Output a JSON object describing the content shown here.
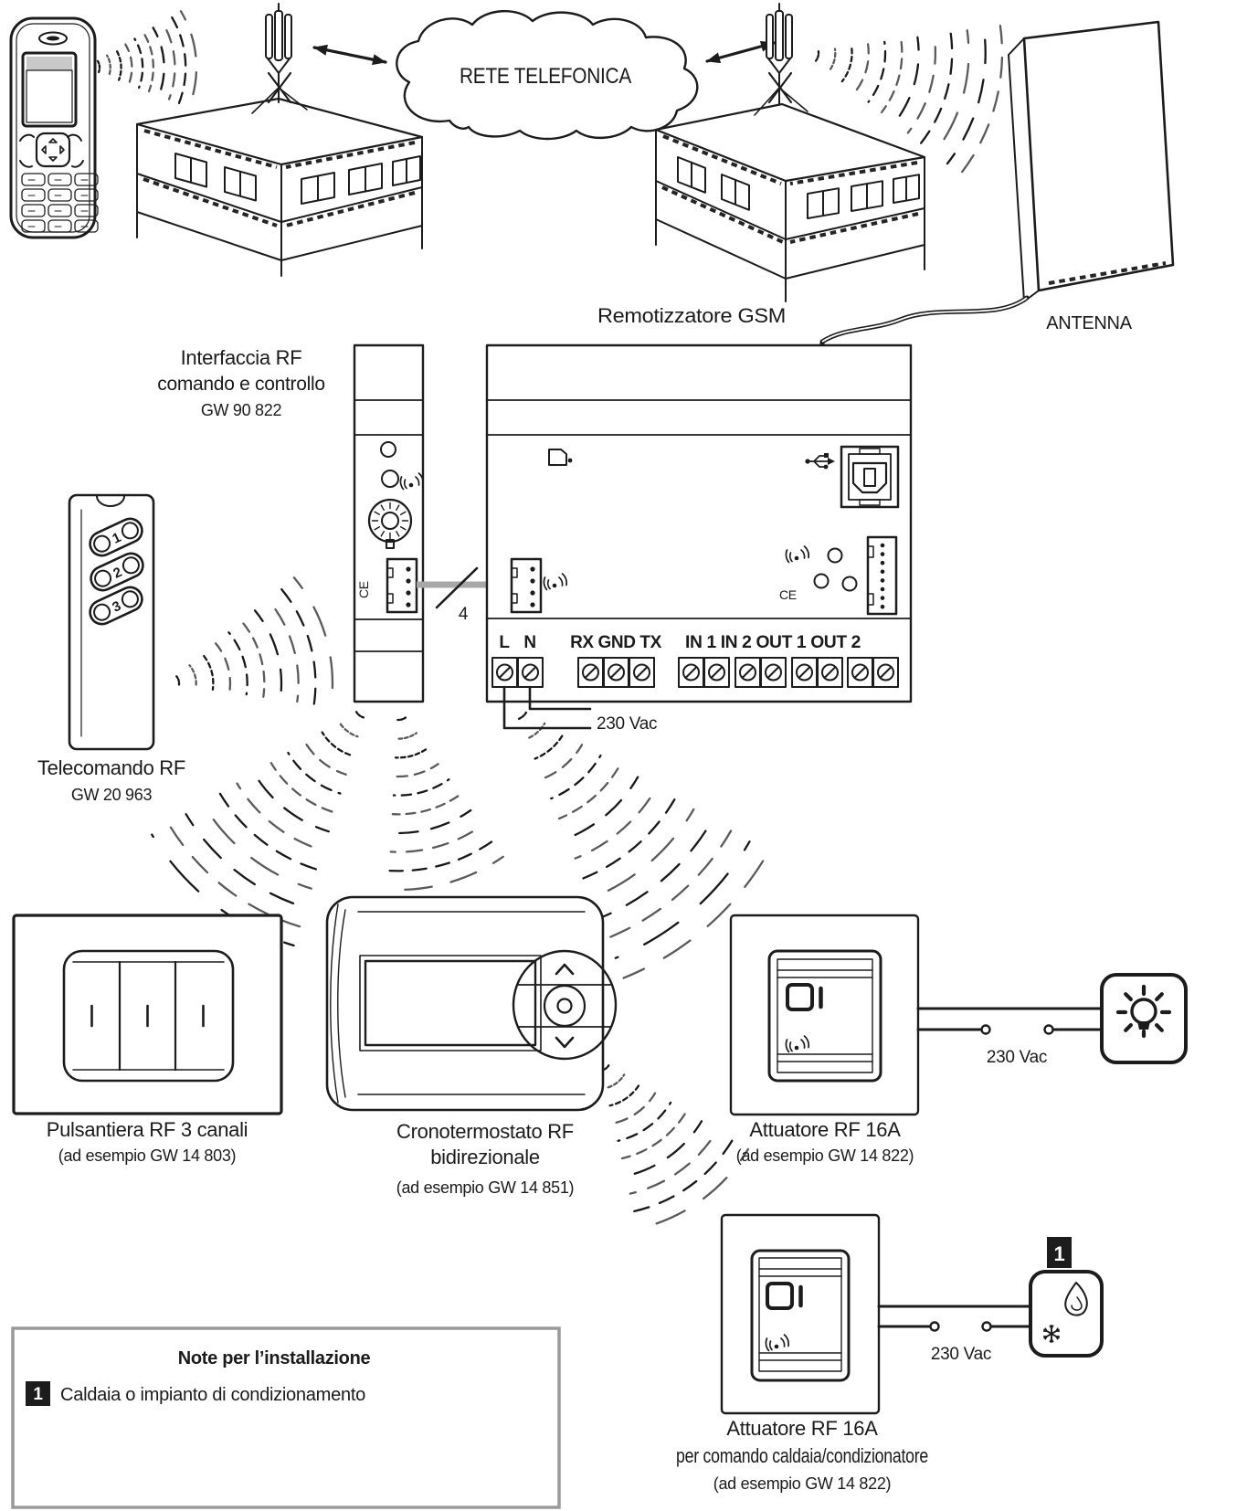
{
  "diagram": {
    "cloud_label": "RETE TELEFONICA",
    "antenna_label": "ANTENNA",
    "gsm_label": "Remotizzatore GSM",
    "interfaccia": {
      "l1": "Interfaccia RF",
      "l2": "comando e controllo",
      "l3": "GW 90 822"
    },
    "telecomando": {
      "l1": "Telecomando RF",
      "l2": "GW 20 963",
      "buttons": [
        "1",
        "2",
        "3"
      ]
    },
    "wire_label": "4",
    "ce": "CE",
    "terminals": {
      "l": "L",
      "n": "N",
      "serial": "RX GND TX",
      "io": "IN 1 IN 2 OUT 1 OUT 2"
    },
    "power_main": "230 Vac",
    "pulsantiera": {
      "l1": "Pulsantiera RF 3 canali",
      "l2": "(ad esempio GW 14 803)"
    },
    "cronotermostato": {
      "l1": "Cronotermostato RF",
      "l2": "bidirezionale",
      "l3": "(ad esempio GW 14 851)"
    },
    "attuatore1": {
      "l1": "Attuatore RF 16A",
      "l2": "(ad esempio GW 14 822)",
      "power": "230 Vac"
    },
    "attuatore2": {
      "l1": "Attuatore RF 16A",
      "l2": "per comando caldaia/condizionatore",
      "l3": "(ad esempio GW 14 822)",
      "power": "230 Vac",
      "badge": "1"
    },
    "note": {
      "title": "Note per l’installazione",
      "item_badge": "1",
      "item_text": "Caldaia o impianto di condizionamento"
    }
  },
  "colors": {
    "ink": "#1c1c1c",
    "wire_gray": "#a8a8a8",
    "note_border": "#9a9a9a"
  }
}
